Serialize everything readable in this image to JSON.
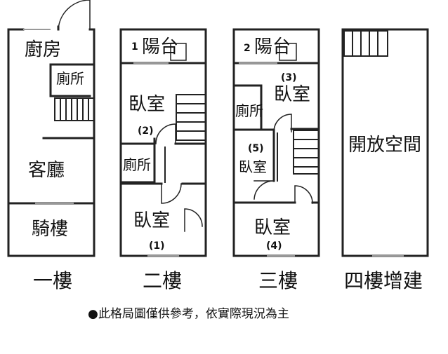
{
  "floors": [
    {
      "caption": "一樓",
      "rooms": {
        "kitchen": "廚房",
        "toilet": "廁所",
        "living": "客廳",
        "arcade": "騎樓"
      }
    },
    {
      "caption": "二樓",
      "rooms": {
        "balcony_num": "1",
        "balcony": "陽台",
        "bedroom_front": "臥室",
        "marker_2": "(2)",
        "toilet": "廁所",
        "bedroom_back": "臥室",
        "marker_1": "(1)"
      }
    },
    {
      "caption": "三樓",
      "rooms": {
        "balcony_num": "2",
        "balcony": "陽台",
        "marker_3": "(3)",
        "bedroom_front": "臥室",
        "toilet": "廁所",
        "marker_5": "(5)",
        "bedroom_mid": "臥室",
        "bedroom_back": "臥室",
        "marker_4": "(4)"
      }
    },
    {
      "caption": "四樓增建",
      "rooms": {
        "open_space": "開放空間"
      }
    }
  ],
  "note": "●此格局圖僅供參考，依實際現況為主",
  "colors": {
    "wall": "#222222",
    "glass": "#999999"
  }
}
